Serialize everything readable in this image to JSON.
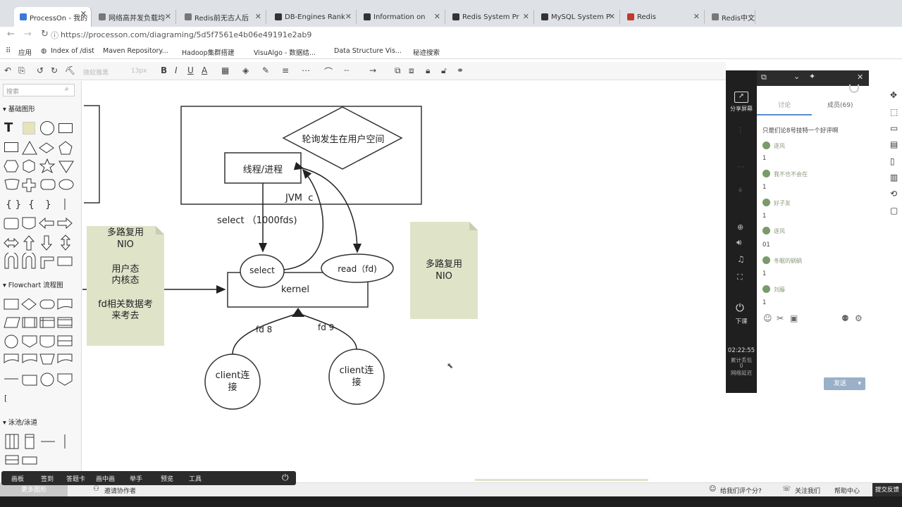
{
  "browser": {
    "tabs": [
      {
        "title": "ProcessOn - 我的",
        "active": true
      },
      {
        "title": "网络高并发负载均"
      },
      {
        "title": "Redis前无古人后"
      },
      {
        "title": "DB-Engines Rank"
      },
      {
        "title": "Information on"
      },
      {
        "title": "Redis System Pr"
      },
      {
        "title": "MySQL System P"
      },
      {
        "title": "Redis"
      },
      {
        "title": "Redis中文"
      }
    ],
    "url": "https://processon.com/diagraming/5d5f7561e4b06e49191e2ab9",
    "bookmarks": [
      "应用",
      "Index of /dist",
      "Maven Repository...",
      "Hadoop集群搭建",
      "VisuAlgo - 数据结...",
      "Data Structure Vis...",
      "秘迹搜索"
    ]
  },
  "toolbar": {
    "font_family": "微软雅黑",
    "font_size": "13px",
    "bold": "B",
    "italic": "I",
    "underline": "U",
    "font_color": "A"
  },
  "left_panel": {
    "search_placeholder": "搜索",
    "sections": [
      "基础图形",
      "Flowchart 流程图",
      "泳池/泳道"
    ],
    "text_tool": "T"
  },
  "diagram": {
    "polling_note": "轮询发生在用户空间",
    "thread_box": "线程/进程",
    "jvm_label": "JVM  c",
    "select_call": "select （1000fds)",
    "select_node": "select",
    "read_node": "read（fd)",
    "kernel": "kernel",
    "fd8": "fd 8",
    "fd9": "fd 9",
    "client1": "client连\n接",
    "client2": "client连\n接",
    "note_left_title": "多路复用\nNIO",
    "note_left_body1": "用户态\n内核态",
    "note_left_body2": "fd相关数据考\n来考去",
    "note_right": "多路复用\nNIO"
  },
  "floating_bar": [
    "画板",
    "签到",
    "答题卡",
    "画中画",
    "举手",
    "预览",
    "工具"
  ],
  "bottom": {
    "more_shapes": "更多图形",
    "invite": "邀请协作者",
    "rate": "给我们评个分?",
    "follow": "关注我们",
    "help": "帮助中心",
    "feedback": "提交反馈"
  },
  "chat": {
    "share_screen": "分享屏幕",
    "tab_discuss": "讨论",
    "tab_members": "成员(69)",
    "messages": [
      {
        "name": "",
        "text": "只是们论8号技特一个好评啊"
      },
      {
        "name": "逐风",
        "text": "1"
      },
      {
        "name": "我不也不会在",
        "text": "1"
      },
      {
        "name": "好子友",
        "text": "1"
      },
      {
        "name": "逐风",
        "text": "01"
      },
      {
        "name": "冬眠的蜗蜗",
        "text": "1"
      },
      {
        "name": "刘藤",
        "text": "1"
      }
    ],
    "end_class": "下课",
    "time": "02:22:55",
    "status1": "累计丢包",
    "status2": "0",
    "status3": "网络延迟",
    "send": "发送"
  },
  "colors": {
    "note_fill": "#dfe3c8",
    "chat_dark": "#1f1f1f",
    "send_button": "#9ab0c8"
  }
}
